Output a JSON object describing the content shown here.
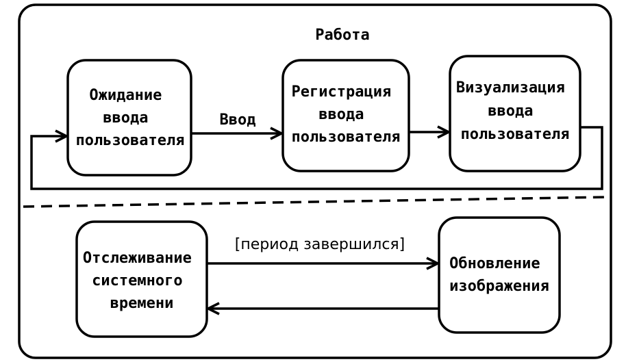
{
  "composite_state": {
    "title": "Работа"
  },
  "top_region": {
    "states": [
      {
        "lines": [
          "Ожидание",
          "ввода",
          "пользователя"
        ]
      },
      {
        "lines": [
          "Регистрация",
          "ввода",
          "пользователя"
        ]
      },
      {
        "lines": [
          "Визуализация",
          "ввода",
          "пользователя"
        ]
      }
    ],
    "transition_label": "Ввод"
  },
  "bottom_region": {
    "states": [
      {
        "lines": [
          "Отслеживание",
          "системного",
          "времени"
        ]
      },
      {
        "lines": [
          "Обновление",
          "изображения"
        ]
      }
    ],
    "transition_label": "[период завершился]"
  }
}
